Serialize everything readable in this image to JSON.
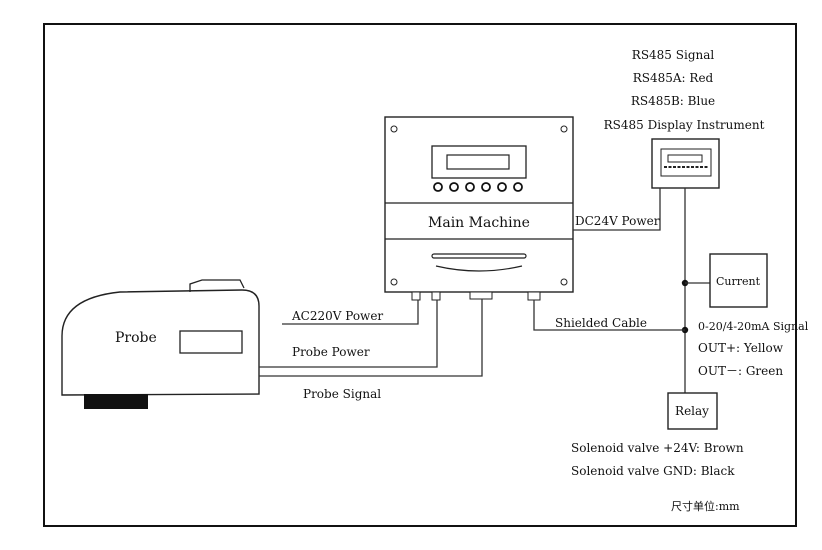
{
  "main_machine": {
    "label": "Main Machine"
  },
  "display": {
    "lines": [
      "RS485 Signal",
      "RS485A: Red",
      "RS485B: Blue",
      "RS485 Display Instrument"
    ]
  },
  "probe": {
    "label": "Probe"
  },
  "wires": {
    "dc24v": "DC24V Power",
    "ac220v": "AC220V Power",
    "probe_power": "Probe Power",
    "probe_signal": "Probe Signal",
    "shielded": "Shielded Cable"
  },
  "current": {
    "label": "Current",
    "signal": "0-20/4-20mA Signal",
    "out_plus": "OUT+: Yellow",
    "out_minus": "OUT－: Green"
  },
  "relay": {
    "label": "Relay",
    "sv_24v": "Solenoid valve +24V: Brown",
    "sv_gnd": "Solenoid valve GND: Black"
  },
  "unit_note": "尺寸单位:mm"
}
